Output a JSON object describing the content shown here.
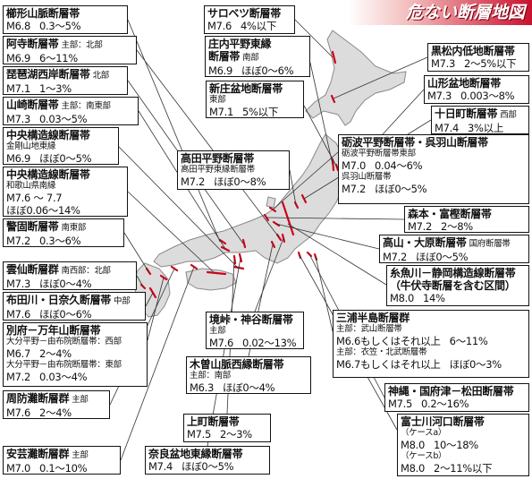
{
  "title": "危ない断層地図",
  "colors": {
    "land": "#dcdcdc",
    "coast": "#8a8a8a",
    "fault": "#d0021b",
    "leader": "#333333",
    "title_bg": "#c8102e"
  },
  "labels": [
    {
      "id": "nagaoyama",
      "name": "櫛形山脈断層帯",
      "lines": [
        [
          "M6.8",
          "0.3～5%"
        ]
      ]
    },
    {
      "id": "sarobetsu",
      "name": "サロベツ断層帯",
      "lines": [
        [
          "M7.6",
          "4%以下"
        ]
      ]
    },
    {
      "id": "aterasawa",
      "name": "阿寺断層帯",
      "note": "主部：北部",
      "lines": [
        [
          "M6.9",
          "6～11%"
        ]
      ]
    },
    {
      "id": "shonai",
      "name": "庄内平野東縁",
      "name2": "断層帯",
      "note2": "南部",
      "lines": [
        [
          "M6.9",
          "ほぼ0～6%"
        ]
      ]
    },
    {
      "id": "kuromatsunai",
      "name": "黒松内低地断層帯",
      "lines": [
        [
          "M7.3",
          "2～5%以下"
        ]
      ]
    },
    {
      "id": "biwako",
      "name": "琵琶湖西岸断層帯",
      "note": "北部",
      "lines": [
        [
          "M7.1",
          "1～3%"
        ]
      ]
    },
    {
      "id": "yamagata",
      "name": "山形盆地断層帯",
      "lines": [
        [
          "M7.3",
          "0.003～8%"
        ]
      ]
    },
    {
      "id": "yamazaki",
      "name": "山崎断層帯",
      "note": "主部：南東部",
      "lines": [
        [
          "M7.3",
          "0.03～5%"
        ]
      ]
    },
    {
      "id": "shinjo",
      "name": "新庄盆地断層帯",
      "sub": "東部",
      "lines": [
        [
          "M7.1",
          "5%以下"
        ]
      ]
    },
    {
      "id": "tokamachi",
      "name": "十日町断層帯",
      "note": "西部",
      "lines": [
        [
          "M7.4",
          "3%以上"
        ]
      ]
    },
    {
      "id": "chuo1",
      "name": "中央構造線断層帯",
      "sub": "金剛山地東縁",
      "lines": [
        [
          "M6.9",
          "ほぼ0～5%"
        ]
      ]
    },
    {
      "id": "tonami",
      "name": "砺波平野断層帯・呉羽山断層帯",
      "sub": "砺波平野断層帯東部",
      "lines": [
        [
          "M7.0",
          "0.04～6%"
        ]
      ],
      "sub2": "呉羽山断層帯",
      "lines2": [
        [
          "M7.2",
          "ほぼ0～5%"
        ]
      ]
    },
    {
      "id": "takada",
      "name": "高田平野断層帯",
      "sub": "高田平野東縁断層帯",
      "lines": [
        [
          "M7.2",
          "ほぼ0～8%"
        ]
      ]
    },
    {
      "id": "chuo2",
      "name": "中央構造線断層帯",
      "sub": "和歌山県南縁",
      "lines": [
        [
          "M7.6 ～ 7.7",
          ""
        ],
        [
          "ほぼ0.06～14%",
          ""
        ]
      ]
    },
    {
      "id": "morimoto",
      "name": "森本・富樫断層帯",
      "lines": [
        [
          "M7.2",
          "2～8%"
        ]
      ]
    },
    {
      "id": "keigo",
      "name": "警固断層帯",
      "note": "南東部",
      "lines": [
        [
          "M7.2",
          "0.3～6%"
        ]
      ]
    },
    {
      "id": "takayama",
      "name": "高山・大原断層帯",
      "note": "国府断層帯",
      "lines": [
        [
          "M7.2",
          "ほぼ0～5%"
        ]
      ]
    },
    {
      "id": "unzen",
      "name": "雲仙断層群",
      "note": "南西部：北部",
      "lines": [
        [
          "M7.3",
          "ほぼ0～4%"
        ]
      ]
    },
    {
      "id": "itoigawa",
      "name": "糸魚川－静岡構造線断層帯",
      "name2": "（牛伏寺断層を含む区間）",
      "lines": [
        [
          "M8.0",
          "14%"
        ]
      ]
    },
    {
      "id": "futagawa",
      "name": "布田川・日奈久断層帯",
      "note": "中部",
      "lines": [
        [
          "M7.6",
          "ほぼ0～6%"
        ]
      ]
    },
    {
      "id": "beppu",
      "name": "別府－万年山断層帯",
      "sub": "大分平野－由布院断層帯：西部",
      "lines": [
        [
          "M6.7",
          "2～4%"
        ]
      ],
      "sub2": "大分平野－由布院断層帯：東部",
      "lines2": [
        [
          "M7.2",
          "0.03～4%"
        ]
      ]
    },
    {
      "id": "sakai",
      "name": "境峠・神谷断層帯",
      "sub": "主部",
      "lines": [
        [
          "M7.6",
          "0.02～13%"
        ]
      ]
    },
    {
      "id": "miura",
      "name": "三浦半島断層群",
      "sub": "主部：武山断層帯",
      "lines": [
        [
          "M6.6もしくはそれ以上",
          "6～11%"
        ]
      ],
      "sub2": "主部：衣笠・北武断層帯",
      "lines2": [
        [
          "M6.7もしくはそれ以上",
          "ほぼ0～3%"
        ]
      ]
    },
    {
      "id": "suonada",
      "name": "周防灘断層群",
      "note": "主部",
      "lines": [
        [
          "M7.6",
          "2～4%"
        ]
      ]
    },
    {
      "id": "kiso",
      "name": "木曽山脈西縁断層帯",
      "sub": "主部：南部",
      "lines": [
        [
          "M6.3",
          "ほぼ0～4%"
        ]
      ]
    },
    {
      "id": "kanagawa",
      "name": "神縄・国府津－松田断層帯",
      "lines": [
        [
          "M7.5",
          "0.2～16%"
        ]
      ]
    },
    {
      "id": "uemachi",
      "name": "上町断層帯",
      "lines": [
        [
          "M7.5",
          "2～3%"
        ]
      ]
    },
    {
      "id": "fujikawa",
      "name": "富士川河口断層帯",
      "sub": "（ケースa）",
      "lines": [
        [
          "M8.0",
          "10～18%"
        ]
      ],
      "sub2": "（ケースb）",
      "lines2": [
        [
          "M8.0",
          "2～11%以下"
        ]
      ]
    },
    {
      "id": "aki",
      "name": "安芸灘断層群",
      "note": "主部",
      "lines": [
        [
          "M7.0",
          "0.1～10%"
        ]
      ]
    },
    {
      "id": "nara",
      "name": "奈良盆地東縁断層帯",
      "lines": [
        [
          "M7.4",
          "ほぼ0～5%"
        ]
      ]
    }
  ]
}
